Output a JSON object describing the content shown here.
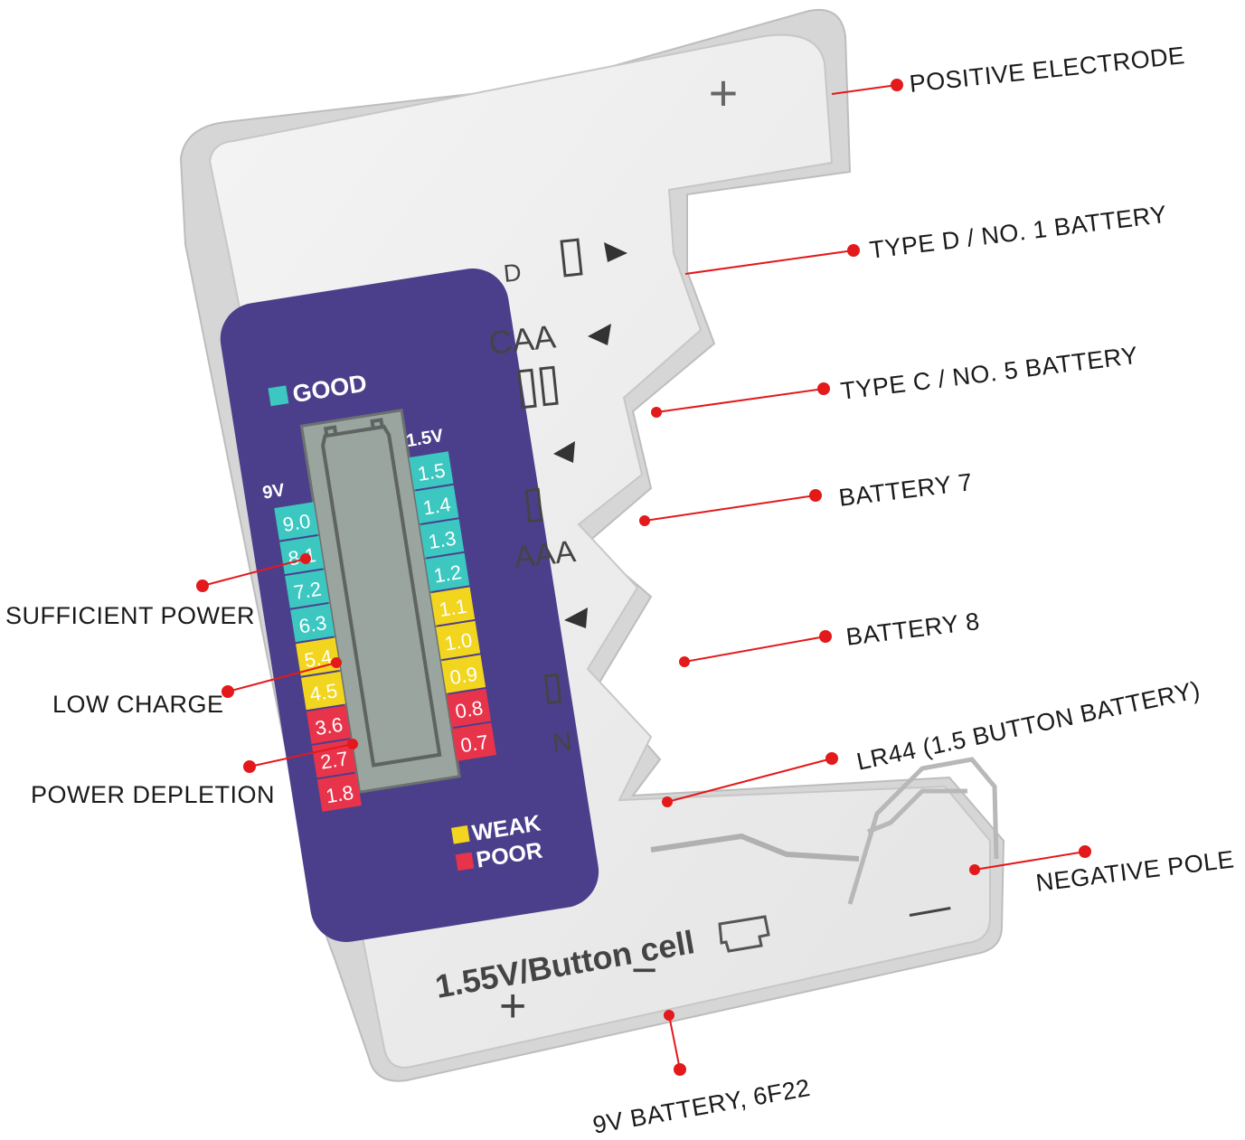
{
  "device": {
    "lcd_panel": {
      "good_label": "GOOD",
      "weak_label": "WEAK",
      "poor_label": "POOR",
      "scale_9v_label": "9V",
      "scale_15v_label": "1.5V",
      "scale_9v": [
        {
          "value": "9.0",
          "level": "good"
        },
        {
          "value": "8.1",
          "level": "good"
        },
        {
          "value": "7.2",
          "level": "good"
        },
        {
          "value": "6.3",
          "level": "good"
        },
        {
          "value": "5.4",
          "level": "weak"
        },
        {
          "value": "4.5",
          "level": "weak"
        },
        {
          "value": "3.6",
          "level": "poor"
        },
        {
          "value": "2.7",
          "level": "poor"
        },
        {
          "value": "1.8",
          "level": "poor"
        }
      ],
      "scale_15v": [
        {
          "value": "1.5",
          "level": "good"
        },
        {
          "value": "1.4",
          "level": "good"
        },
        {
          "value": "1.3",
          "level": "good"
        },
        {
          "value": "1.2",
          "level": "good"
        },
        {
          "value": "1.1",
          "level": "weak"
        },
        {
          "value": "1.0",
          "level": "weak"
        },
        {
          "value": "0.9",
          "level": "weak"
        },
        {
          "value": "0.8",
          "level": "poor"
        },
        {
          "value": "0.7",
          "level": "poor"
        }
      ]
    },
    "slot_labels": {
      "d": "D",
      "caa": "CAA",
      "aaa": "AAA",
      "n": "N"
    },
    "bottom_labels": {
      "button_cell": "1.55V/Button cell",
      "plus_sign": "+",
      "minus_sign": "−",
      "top_plus_sign": "+",
      "right_minus_sign": "—"
    }
  },
  "callouts": {
    "positive_electrode": "POSITIVE ELECTRODE",
    "type_d": "TYPE D / NO. 1 BATTERY",
    "type_c": "TYPE C / NO. 5 BATTERY",
    "battery_7": "BATTERY 7",
    "battery_8": "BATTERY 8",
    "lr44": "LR44 (1.5 BUTTON BATTERY)",
    "negative_pole": "NEGATIVE POLE",
    "nine_v": "9V BATTERY, 6F22",
    "sufficient_power": "SUFFICIENT POWER",
    "low_charge": "LOW CHARGE",
    "power_depletion": "POWER DEPLETION"
  },
  "colors": {
    "good": "#3cc7c1",
    "weak": "#f2d51e",
    "poor": "#e8344a",
    "panel": "#4b3f8c",
    "lcd": "#9aa5a0",
    "callout_dot": "#e3191b",
    "body": "#ececec"
  }
}
